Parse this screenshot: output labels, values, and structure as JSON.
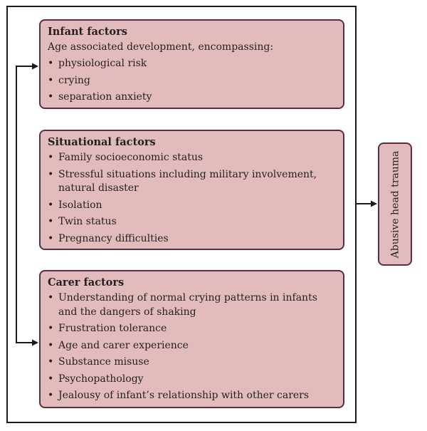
{
  "infant_factors": {
    "title": "Infant factors",
    "intro": "Age associated development, encompassing:",
    "items": [
      "physiological risk",
      "crying",
      "separation anxiety"
    ]
  },
  "situational_factors": {
    "title": "Situational factors",
    "items": [
      "Family socioeconomic status",
      "Stressful situations including military involvement, natural disaster",
      "Isolation",
      "Twin status",
      "Pregnancy difficulties"
    ]
  },
  "carer_factors": {
    "title": "Carer factors",
    "items": [
      "Understanding of normal crying patterns in infants and the dangers of shaking",
      "Frustration tolerance",
      "Age and carer experience",
      "Substance misuse",
      "Psychopathology",
      "Jealousy of infant’s relationship with other carers"
    ]
  },
  "outcome": {
    "label": "Abusive head trauma"
  },
  "colors": {
    "box_fill": "#e2bcbd",
    "box_border": "#5a2e3e",
    "frame": "#1a1a1a"
  }
}
